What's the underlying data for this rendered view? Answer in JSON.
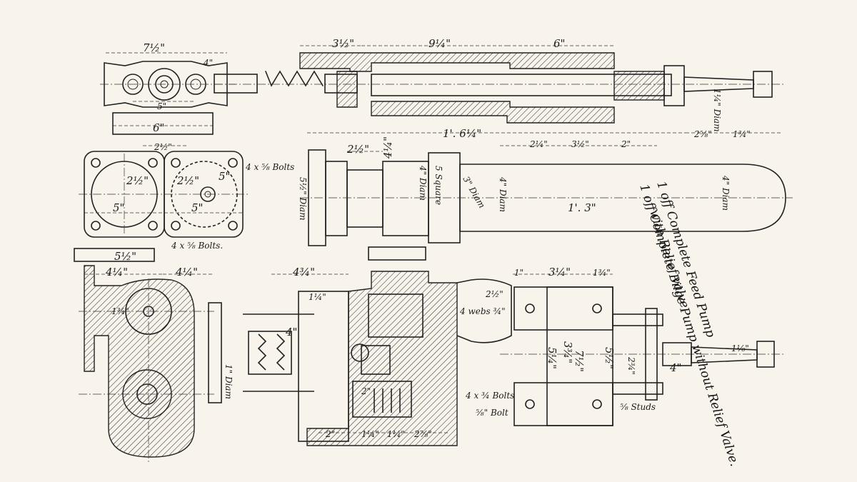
{
  "caption": {
    "line1": "1 off Complete Bilge Pump without Relief Valve.",
    "line2": "1 off Complete Feed Pump",
    "line3": "with Relief valve."
  },
  "dims": {
    "d01": "7½\"",
    "d02": "4\"",
    "d03": "5\"",
    "d04": "6\"",
    "d05": "2½\"",
    "d06": "2½\"",
    "d07": "2½\"",
    "d08": "5\"",
    "d09": "5\"",
    "d10": "5\"",
    "d11": "5½\"",
    "d12": "4 x ⅝ Bolts",
    "d13": "4 x ⅝ Bolts.",
    "d14": "3½\"",
    "d15": "9¼\"",
    "d16": "6\"",
    "d17": "1'. 6¼\"",
    "d18": "2½\"",
    "d19": "4¼\"",
    "d20": "5½\" Diam",
    "d21": "4\" Diam",
    "d22": "5 Square",
    "d23": "3\" Diam",
    "d24": "1'. 3\"",
    "d25": "4\" Diam",
    "d26": "4\" Diam",
    "d27": "2⅝\"",
    "d28": "1¾\"",
    "d29": "2\"",
    "d30": "3½\"",
    "d31": "2¼\"",
    "d32": "4¼\"",
    "d33": "4¼\"",
    "d34": "1¾\"",
    "d35": "4¾\"",
    "d36": "4\"",
    "d37": "1¼\"",
    "d38": "4 webs ¾\"",
    "d39": "2½\"",
    "d40": "1¼\"",
    "d41": "1¼\"",
    "d42": "2⅞\"",
    "d43": "4 x ¾ Bolts",
    "d44": "⅝\" Bolt",
    "d45": "1\"",
    "d46": "3¼\"",
    "d47": "1¾\"",
    "d48": "3¾\"",
    "d49": "7½\"",
    "d50": "5¼\"",
    "d51": "5½\"",
    "d52": "2¾\"",
    "d53": "4\"",
    "d54": "⅝ Studs",
    "d55": "1¼\" Diam",
    "d56": "1\" Diam",
    "d57": "2\"",
    "d58": "2\"",
    "d59": "1⅛\""
  }
}
